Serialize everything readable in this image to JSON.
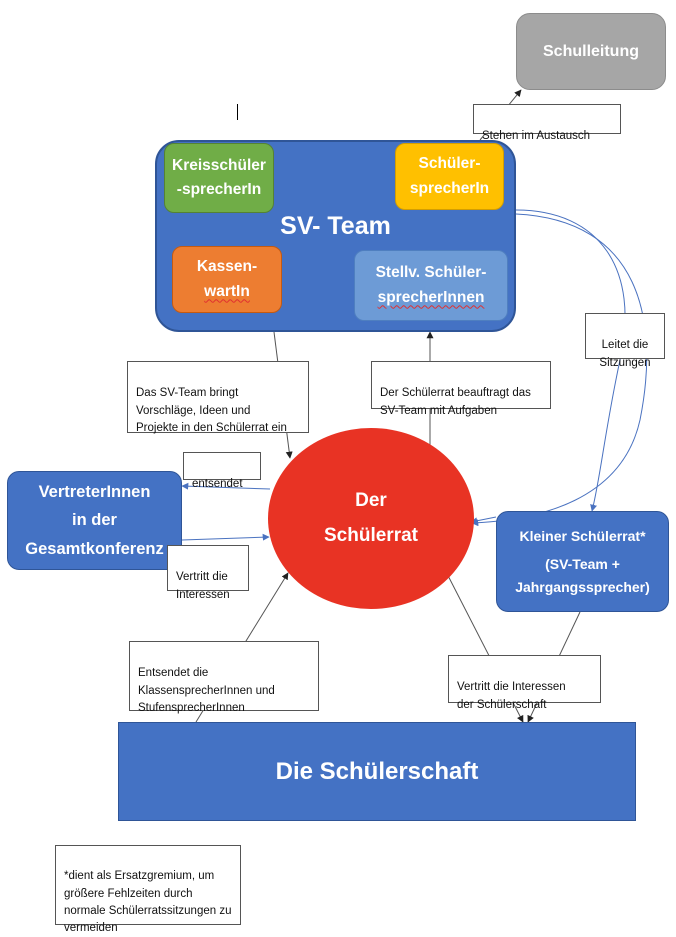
{
  "schulleitung": {
    "label": "Schulleitung"
  },
  "sv_team": {
    "title": "SV- Team",
    "roles": {
      "kreisschueler": "Kreisschüler\n-sprecherIn",
      "schueler": "Schüler-\nsprecherIn",
      "kassen_line1": "Kassen-",
      "kassen_line2": "wartIn",
      "stellv_line1": "Stellv. Schüler-",
      "stellv_line2": "sprecherInnen"
    }
  },
  "schuelerrat": {
    "label": "Der\nSchülerrat"
  },
  "vertreter": {
    "label": "VertreterInnen\nin der\nGesamtkonferenz"
  },
  "kleiner_rat": {
    "line1": "Kleiner Schülerrat*",
    "line2": "(SV-Team +\nJahrgangssprecher)"
  },
  "schuelerschaft": {
    "label": "Die Schülerschaft"
  },
  "notes": {
    "austausch": "Stehen im Austausch",
    "leitet": "Leitet die\nSitzungen",
    "sv_bringt": "Das SV-Team bringt\nVorschläge, Ideen und\nProjekte in den Schülerrat ein",
    "beauftragt": "Der Schülerrat beauftragt das\nSV-Team mit Aufgaben",
    "entsendet": "entsendet",
    "vertritt_interessen": "Vertritt die\nInteressen",
    "entsendet_klassen": "Entsendet die\nKlassensprecherInnen und\nStufensprecherInnen",
    "vertritt_schuelerschaft": "Vertritt die Interessen\nder Schülerschaft",
    "footnote": "*dient als Ersatzgremium, um\ngrößere Fehlzeiten durch\nnormale Schülerratssitzungen zu\nvermeiden"
  },
  "colors": {
    "blue": "#4472c4",
    "red": "#e83324",
    "grey": "#a6a6a6",
    "green": "#70ad47",
    "yellow": "#ffc000",
    "orange": "#ed7d31",
    "light_blue": "#6d9bd6"
  }
}
